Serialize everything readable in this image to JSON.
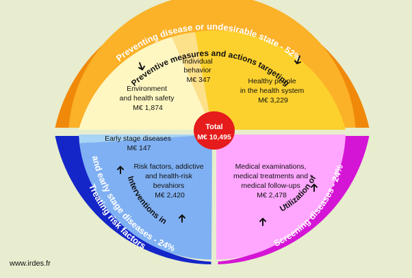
{
  "outer": {
    "top": "Preventing disease or undesirable state  -  52%",
    "left_line1": "Treating risk factors",
    "left_line2": "and early stage diseases  -  24%",
    "right": "Screening diseases  -  24%"
  },
  "inner": {
    "top": "Preventive measures and actions targeting",
    "left": "Interventions in",
    "right": "Utilization of"
  },
  "segments": {
    "environment": {
      "l1": "Environment",
      "l2": "and health safety",
      "l3": "M€ 1,874"
    },
    "individual": {
      "l1": "Individual",
      "l2": "behavior",
      "l3": "M€ 347"
    },
    "healthy": {
      "l1": "Healthy people",
      "l2": "in the health system",
      "l3": "M€ 3,229"
    },
    "early": {
      "l1": "Early stage diseases",
      "l2": "M€ 147"
    },
    "risk": {
      "l1": "Risk factors, addictive",
      "l2": "and health-risk",
      "l3": "bevahiors",
      "l4": "M€ 2,420"
    },
    "medical": {
      "l1": "Medical examinations,",
      "l2": "medical treatments and",
      "l3": "medical follow-ups",
      "l4": "M€ 2,478"
    }
  },
  "center": {
    "title": "Total",
    "value": "M€ 10,495"
  },
  "footer": "www.irdes.fr",
  "colors": {
    "background": "#e7edce",
    "orange": "#f0890a",
    "blue": "#1526c9",
    "magenta": "#d515d6",
    "light_yellow": "#fff7c2",
    "gold": "#fcd12e",
    "light_blue": "#7fb0f3",
    "pink": "#ffa7ff",
    "red": "#e61b1b"
  }
}
